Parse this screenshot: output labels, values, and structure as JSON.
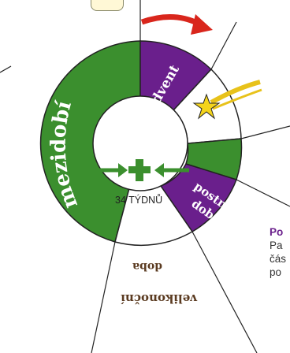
{
  "diagram": {
    "segments": {
      "mezidobi": "mezidobí",
      "advent": "advent",
      "postni_doba": [
        "postní",
        "doba"
      ],
      "velikonocni_doba": [
        "velikonoční",
        "doba"
      ]
    },
    "center_text": "34 TÝDNŮ",
    "center_symbol": "+"
  },
  "legend": {
    "title": "Po",
    "lines": [
      "Pa",
      "čás",
      "po"
    ]
  },
  "colors": {
    "green": "#3b8f2e",
    "purple": "#6a1f8c",
    "red_arrow": "#d9261c",
    "star": "#e8c21a",
    "outline": "#222222",
    "note_box": "#fff8d6"
  },
  "icons": [
    "red-curved-arrow-icon",
    "shooting-star-icon",
    "cross-icon",
    "arrow-left-icon",
    "arrow-right-icon",
    "equals-icon"
  ]
}
